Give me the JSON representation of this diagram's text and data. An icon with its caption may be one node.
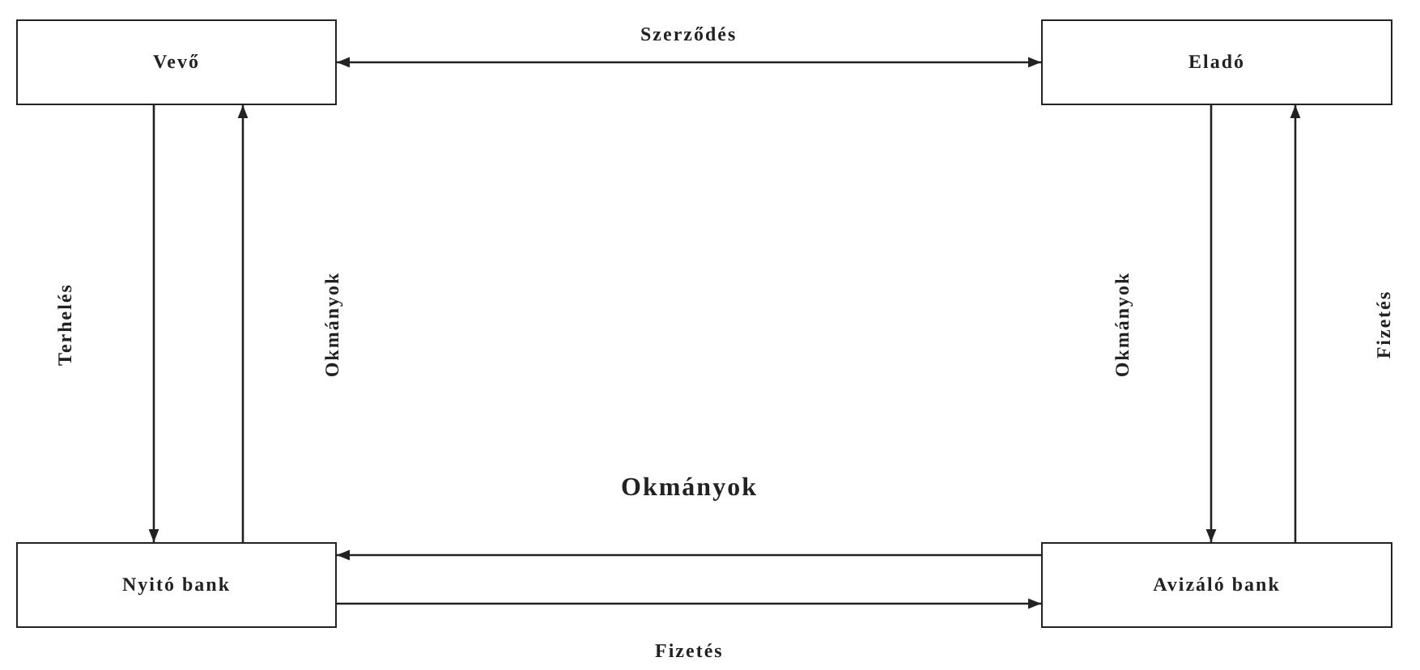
{
  "diagram": {
    "nodes": [
      {
        "text": [
          "Vevő"
        ]
      },
      {
        "text": [
          "Eladó"
        ]
      },
      {
        "text": [
          "Nyitó bank"
        ]
      },
      {
        "text": [
          "Avizáló bank"
        ]
      }
    ],
    "edges": [
      {
        "from": 0,
        "to": 1,
        "arrow": "both",
        "label": "Szerződés"
      },
      {
        "from": 0,
        "to": 2,
        "arrow": "to",
        "label": "Terhelés"
      },
      {
        "from": 2,
        "to": 0,
        "arrow": "to",
        "label": "Okmányok"
      },
      {
        "from": 1,
        "to": 3,
        "arrow": "to",
        "label": "Okmányok"
      },
      {
        "from": 3,
        "to": 1,
        "arrow": "to",
        "label": "Fizetés"
      },
      {
        "from": 3,
        "to": 2,
        "arrow": "to",
        "label": "Okmányok"
      },
      {
        "from": 2,
        "to": 3,
        "arrow": "to",
        "label": "Fizetés"
      }
    ]
  }
}
